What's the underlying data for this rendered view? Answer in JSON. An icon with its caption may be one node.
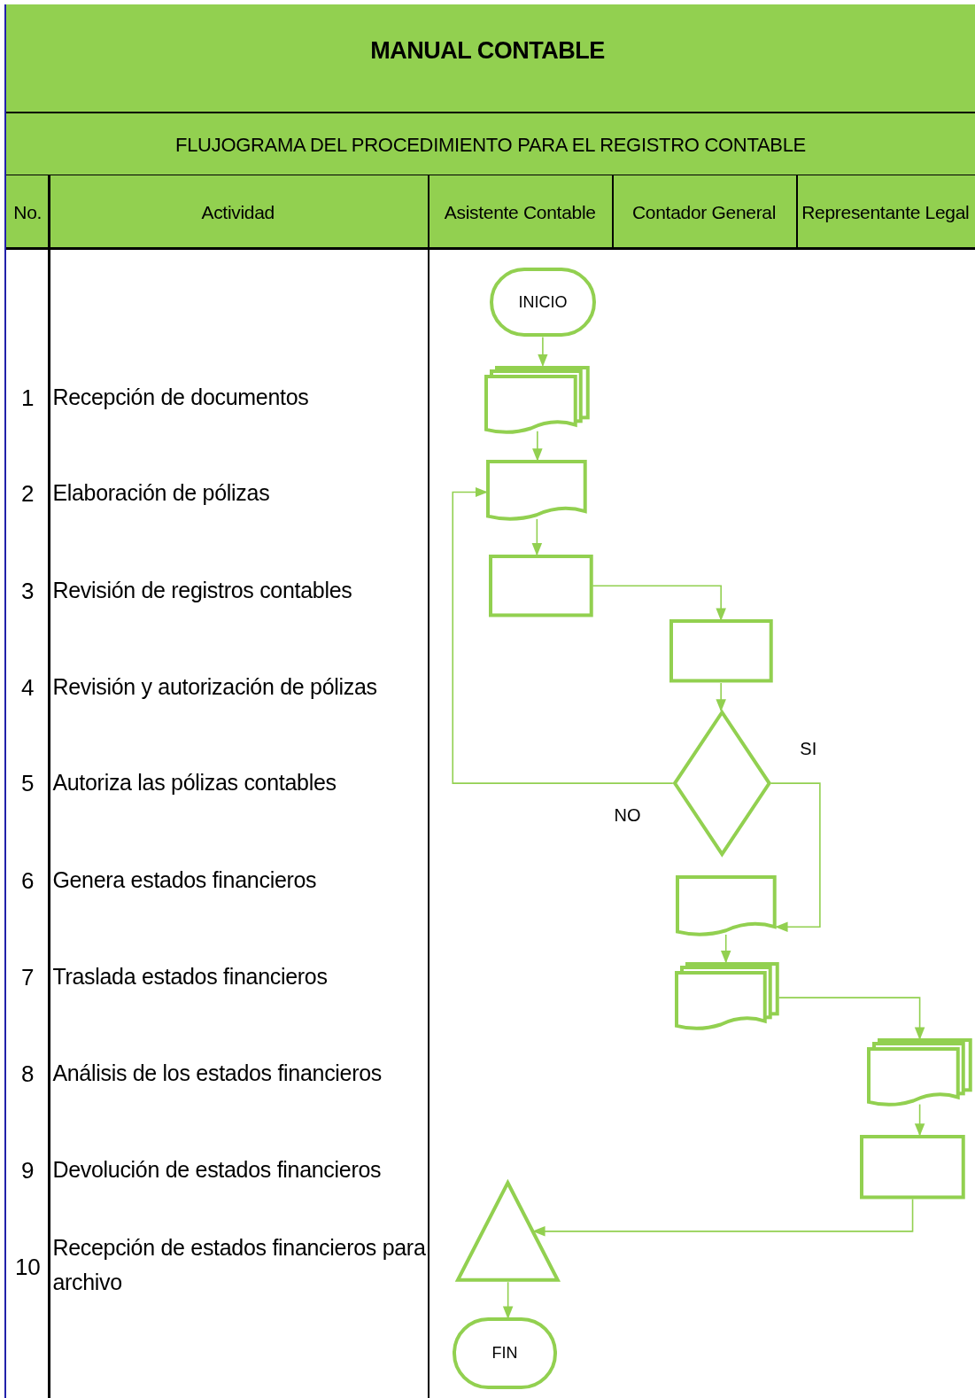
{
  "diagram": {
    "title": "MANUAL CONTABLE",
    "nodes": [
      {
        "text": [
          "INICIO"
        ]
      },
      {
        "text": [],
        "shape": "documents"
      },
      {
        "text": [],
        "shape": "document"
      },
      {
        "text": [],
        "shape": "box"
      },
      {
        "text": [],
        "shape": "box"
      },
      {
        "text": [],
        "shape": "diamond"
      },
      {
        "text": [],
        "shape": "document"
      },
      {
        "text": [],
        "shape": "documents"
      },
      {
        "text": [],
        "shape": "documents"
      },
      {
        "text": [],
        "shape": "box"
      },
      {
        "text": [],
        "shape": "triangle"
      },
      {
        "text": [
          "FIN"
        ]
      }
    ],
    "edges": [
      {
        "from": 0,
        "to": 1,
        "arrow": "to"
      },
      {
        "from": 1,
        "to": 2,
        "arrow": "to"
      },
      {
        "from": 2,
        "to": 3,
        "arrow": "to"
      },
      {
        "from": 3,
        "to": 4,
        "arrow": "to"
      },
      {
        "from": 4,
        "to": 5,
        "arrow": "to"
      },
      {
        "from": 5,
        "to": 2,
        "arrow": "to",
        "label": "NO"
      },
      {
        "from": 5,
        "to": 6,
        "arrow": "to",
        "label": "SI"
      },
      {
        "from": 6,
        "to": 7,
        "arrow": "to"
      },
      {
        "from": 7,
        "to": 8,
        "arrow": "to"
      },
      {
        "from": 8,
        "to": 9,
        "arrow": "to"
      },
      {
        "from": 9,
        "to": 10,
        "arrow": "to"
      },
      {
        "from": 10,
        "to": 11,
        "arrow": "to"
      }
    ],
    "labels": [
      "FLUJOGRAMA DEL PROCEDIMIENTO PARA EL REGISTRO CONTABLE",
      "No.",
      "Actividad",
      "Asistente Contable",
      "Contador General",
      "Representante Legal",
      "1",
      "Recepción de documentos",
      "2",
      "Elaboración de pólizas",
      "3",
      "Revisión de registros contables",
      "4",
      "Revisión y autorización de pólizas",
      "5",
      "Autoriza las pólizas contables",
      "6",
      "Genera estados financieros",
      "7",
      "Traslada estados financieros",
      "8",
      "Análisis de los estados financieros",
      "9",
      "Devolución de estados financieros",
      "10",
      "Recepción de estados financieros para archivo"
    ]
  }
}
